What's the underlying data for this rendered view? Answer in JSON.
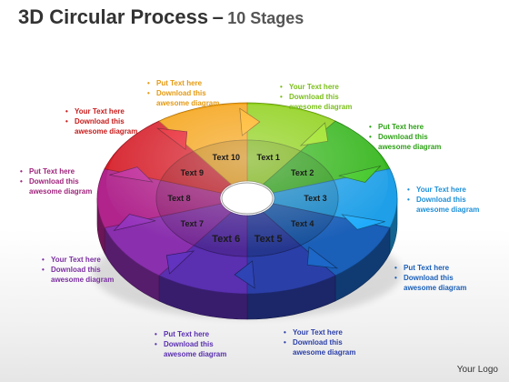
{
  "title": {
    "main": "3D Circular Process",
    "dash": "–",
    "sub": "10 Stages"
  },
  "stages": [
    {
      "label": "Text 1",
      "color": "#8fd11a"
    },
    {
      "label": "Text 2",
      "color": "#35b61c"
    },
    {
      "label": "Text 3",
      "color": "#1e9fe8"
    },
    {
      "label": "Text 4",
      "color": "#1a5fb8"
    },
    {
      "label": "Text 5",
      "color": "#2b3fa8"
    },
    {
      "label": "Text 6",
      "color": "#5a2fb0"
    },
    {
      "label": "Text 7",
      "color": "#8a2fae"
    },
    {
      "label": "Text 8",
      "color": "#b0248c"
    },
    {
      "label": "Text 9",
      "color": "#d61f2a"
    },
    {
      "label": "Text 10",
      "color": "#f5a418"
    }
  ],
  "callouts": [
    {
      "line1": "Put Text  here",
      "line2": "Download this",
      "line3": "awesome diagram",
      "color": "#e59a12"
    },
    {
      "line1": "Your Text here",
      "line2": "Download this",
      "line3": "awesome diagram",
      "color": "#7bbf1a"
    },
    {
      "line1": "Put Text here",
      "line2": "Download this",
      "line3": "awesome diagram",
      "color": "#2ea117"
    },
    {
      "line1": "Your Text here",
      "line2": "Download this",
      "line3": "awesome diagram",
      "color": "#1e8fd8"
    },
    {
      "line1": "Put Text here",
      "line2": "Download this",
      "line3": "awesome diagram",
      "color": "#1a5fb8"
    },
    {
      "line1": "Your Text here",
      "line2": "Download this",
      "line3": "awesome diagram",
      "color": "#2b3fa8"
    },
    {
      "line1": "Put Text  here",
      "line2": "Download this",
      "line3": "awesome diagram",
      "color": "#5a2fb0"
    },
    {
      "line1": "Your Text here",
      "line2": "Download this",
      "line3": "awesome diagram",
      "color": "#7a2fa0"
    },
    {
      "line1": "Put Text  here",
      "line2": "Download this",
      "line3": "awesome diagram",
      "color": "#a0247c"
    },
    {
      "line1": "Your Text  here",
      "line2": "Download this",
      "line3": "awesome diagram",
      "color": "#c81b1b"
    }
  ],
  "logo": "Your Logo"
}
